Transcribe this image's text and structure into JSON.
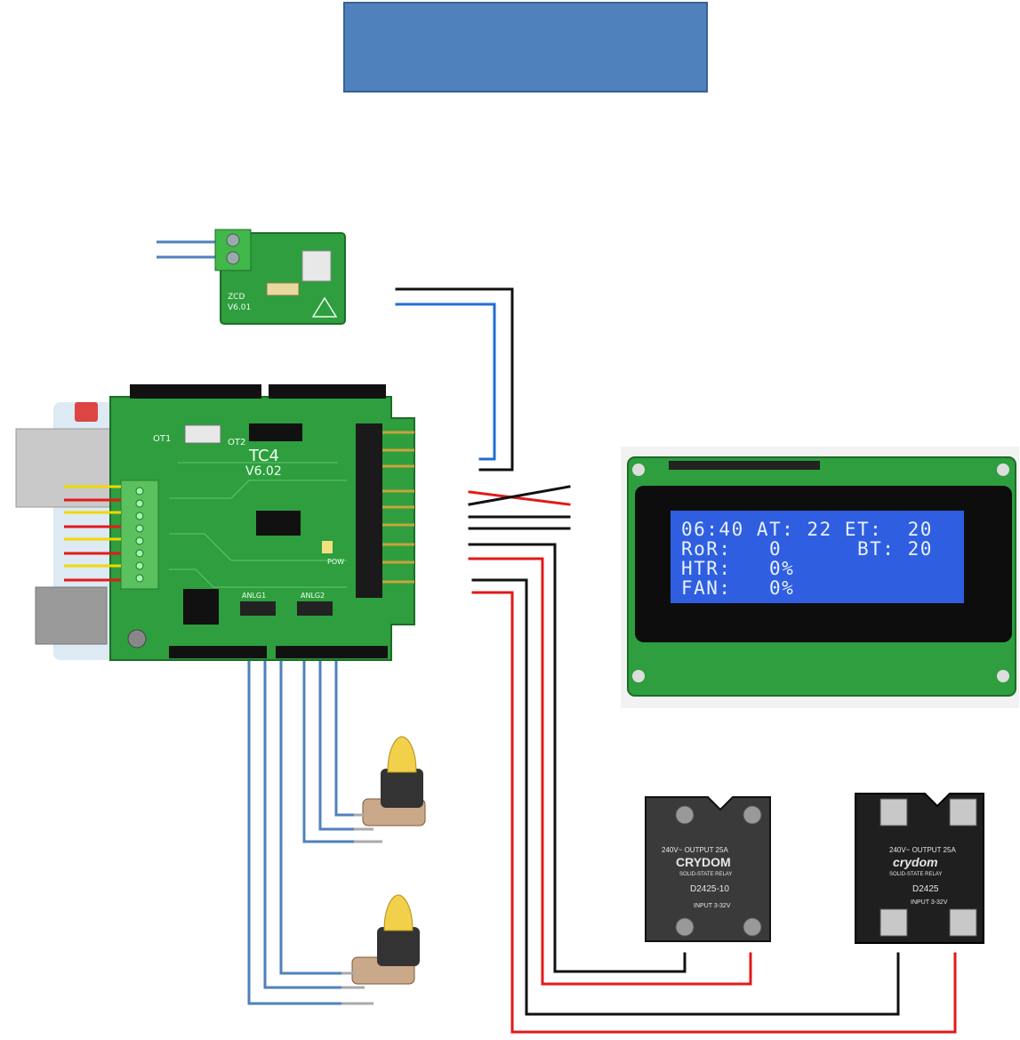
{
  "zcd_board": {
    "labels": [
      "ZCD",
      "V6.01"
    ]
  },
  "tc4_board": {
    "name": "TC4",
    "version": "V6.02",
    "labels": [
      "OT1",
      "OT2",
      "ANLG1",
      "ANLG2",
      "POW"
    ]
  },
  "lcd": {
    "rows": [
      "06:40 AT: 22 ET:  20",
      "RoR:   0      BT: 20",
      "HTR:   0%",
      "FAN:   0%"
    ],
    "backlight_color": "#2f5fe0"
  },
  "relay_1": {
    "brand": "CRYDOM",
    "model": "D2425-10",
    "subtitle": "SOLID-STATE RELAY",
    "output": "240V~  OUTPUT  25A",
    "input": "INPUT 3-32V"
  },
  "relay_2": {
    "brand": "crydom",
    "model": "D2425",
    "subtitle": "SOLID-STATE RELAY",
    "output": "240V~  OUTPUT  25A",
    "input": "INPUT 3-32V"
  },
  "colors": {
    "wire_blue": "#4f81bd",
    "wire_red": "#e11a1a",
    "wire_black": "#111111",
    "wire_yellow": "#f0d800",
    "pcb_green": "#2e9e3e"
  }
}
